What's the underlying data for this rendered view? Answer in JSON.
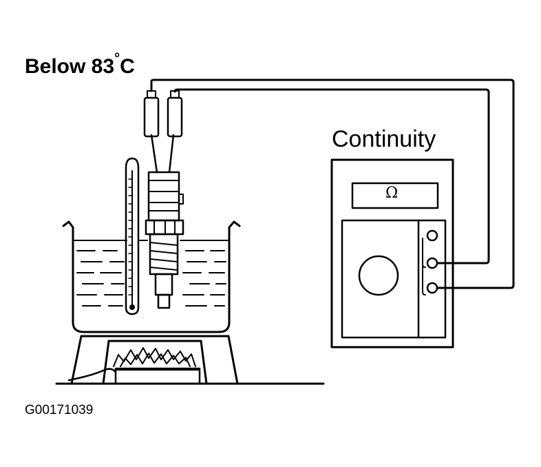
{
  "diagram": {
    "condition_label": "Below 83",
    "condition_degree": "°",
    "condition_unit": "C",
    "meter_label": "Continuity",
    "meter_display": "Ω",
    "figure_id": "G00171039"
  }
}
